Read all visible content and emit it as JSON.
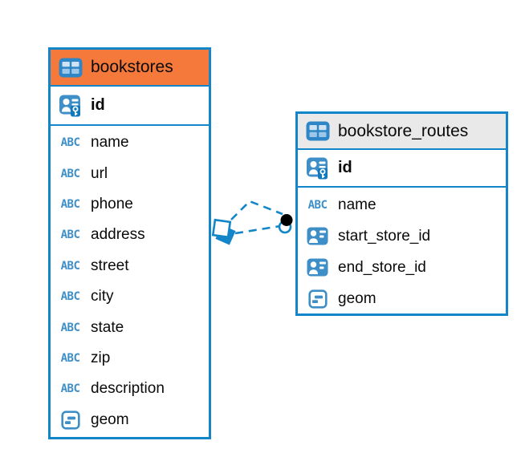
{
  "diagram": {
    "accent_color": "#1386c9",
    "icon_color": "#3e8fc8",
    "canvas_bg": "#ffffff",
    "icon_glyphs": {
      "text_type": "ABC"
    },
    "tables": [
      {
        "title": "bookstores",
        "header_bg": "#f5793b",
        "header_icon": "table-icon",
        "columns": [
          {
            "label": "id",
            "icon": "primary-key-icon",
            "primary_key": true
          },
          {
            "label": "name",
            "icon": "text-type-icon"
          },
          {
            "label": "url",
            "icon": "text-type-icon"
          },
          {
            "label": "phone",
            "icon": "text-type-icon"
          },
          {
            "label": "address",
            "icon": "text-type-icon"
          },
          {
            "label": "street",
            "icon": "text-type-icon"
          },
          {
            "label": "city",
            "icon": "text-type-icon"
          },
          {
            "label": "state",
            "icon": "text-type-icon"
          },
          {
            "label": "zip",
            "icon": "text-type-icon"
          },
          {
            "label": "description",
            "icon": "text-type-icon"
          },
          {
            "label": "geom",
            "icon": "geometry-type-icon"
          }
        ]
      },
      {
        "title": "bookstore_routes",
        "header_bg": "#e9e9e9",
        "header_icon": "table-icon",
        "columns": [
          {
            "label": "id",
            "icon": "primary-key-icon",
            "primary_key": true
          },
          {
            "label": "name",
            "icon": "text-type-icon"
          },
          {
            "label": "start_store_id",
            "icon": "foreign-key-icon"
          },
          {
            "label": "end_store_id",
            "icon": "foreign-key-icon"
          },
          {
            "label": "geom",
            "icon": "geometry-type-icon"
          }
        ]
      }
    ],
    "relationships": [
      {
        "from": "bookstores",
        "to": "bookstore_routes",
        "style": "dashed"
      },
      {
        "from": "bookstores",
        "to": "bookstore_routes",
        "style": "dashed"
      }
    ]
  }
}
